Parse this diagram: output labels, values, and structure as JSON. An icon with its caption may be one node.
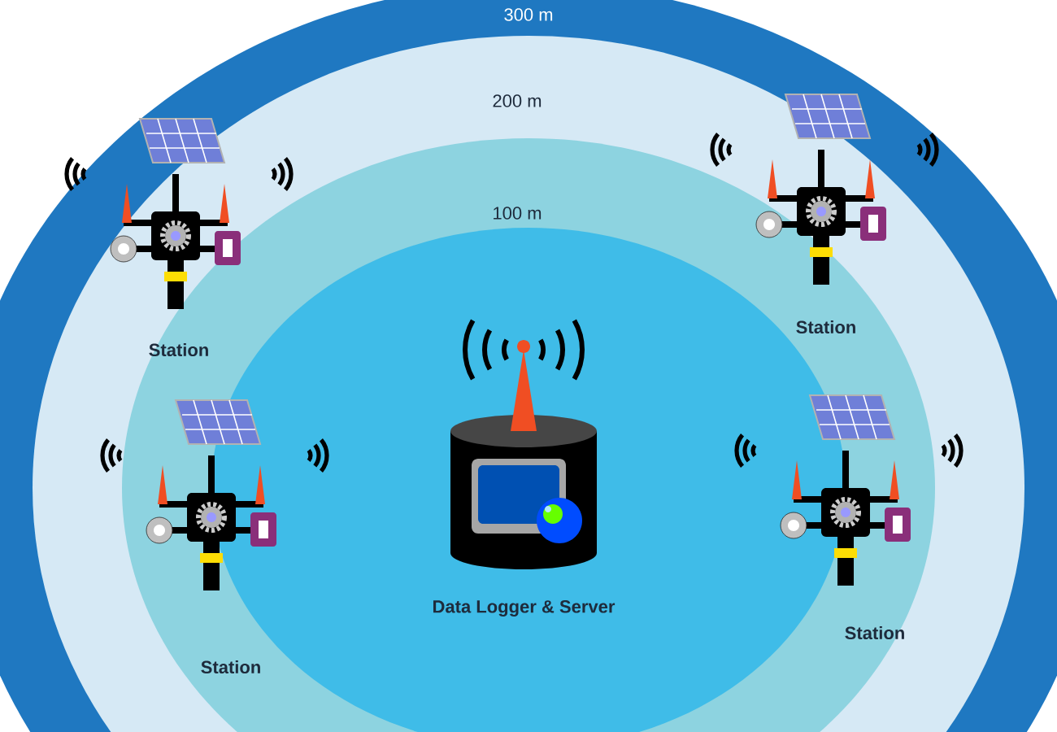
{
  "diagram": {
    "nodes": [
      {
        "text": [
          "Station"
        ]
      },
      {
        "text": [
          "Station"
        ]
      },
      {
        "text": [
          "Data Logger & Server"
        ]
      },
      {
        "text": [
          "Station"
        ]
      },
      {
        "text": [
          "Station"
        ]
      }
    ],
    "labels": [
      "300 m",
      "200 m",
      "100 m"
    ]
  }
}
